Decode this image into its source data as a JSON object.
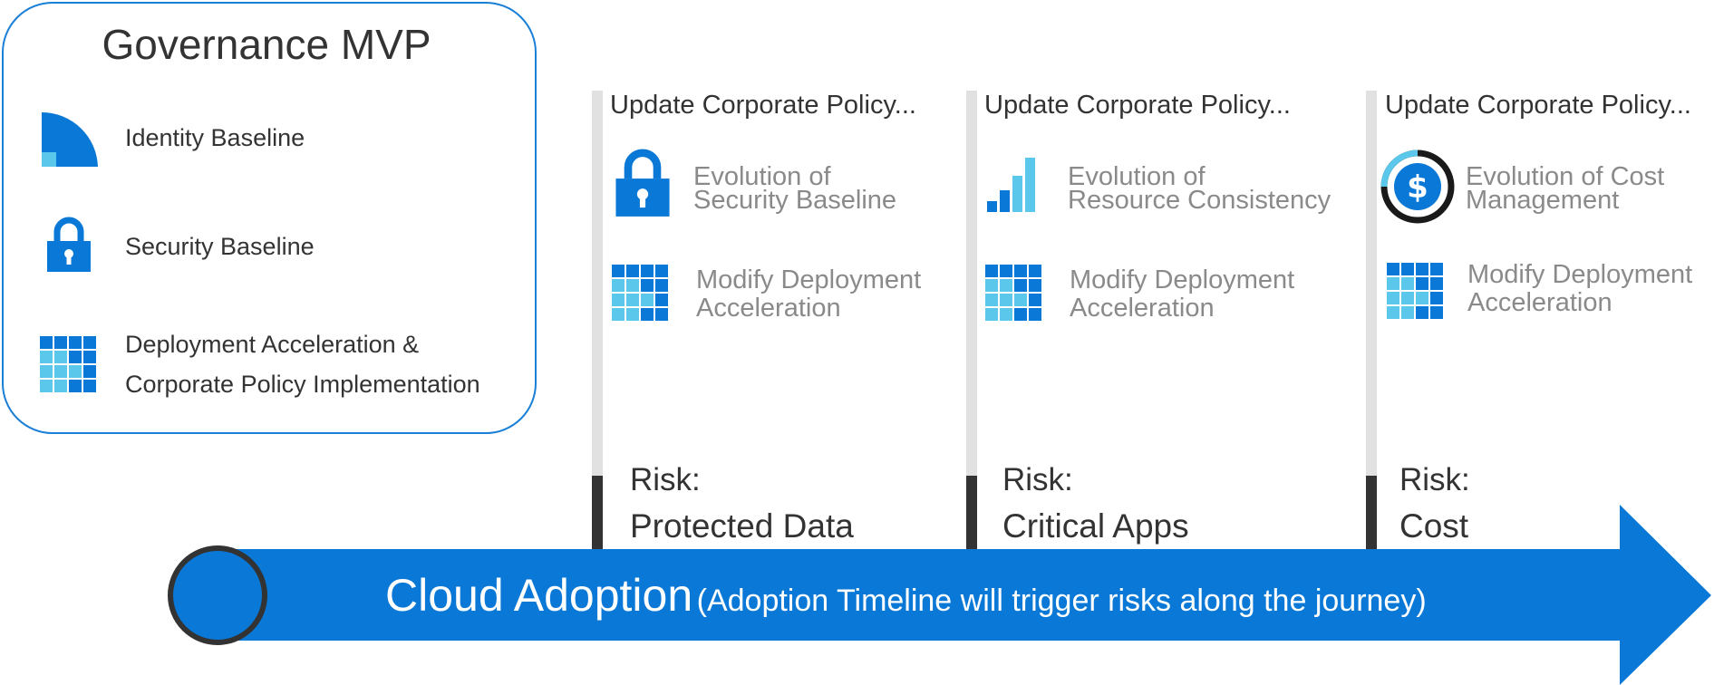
{
  "mvp": {
    "title": "Governance MVP",
    "items": [
      {
        "icon": "quarter-circle-icon",
        "label": "Identity Baseline"
      },
      {
        "icon": "padlock-icon",
        "label": "Security Baseline"
      },
      {
        "icon": "grid-icon",
        "label_line1": "Deployment Acceleration &",
        "label_line2": "Corporate Policy Implementation"
      }
    ]
  },
  "columns": [
    {
      "title": "Update Corporate Policy...",
      "evolution_line1": "Evolution of",
      "evolution_line2": "Security Baseline",
      "evolution_icon": "padlock-icon",
      "modify_line1": "Modify Deployment",
      "modify_line2": "Acceleration",
      "risk_label": "Risk:",
      "risk_value": "Protected Data"
    },
    {
      "title": "Update Corporate Policy...",
      "evolution_line1": "Evolution of",
      "evolution_line2": "Resource Consistency",
      "evolution_icon": "bar-chart-icon",
      "modify_line1": "Modify Deployment",
      "modify_line2": "Acceleration",
      "risk_label": "Risk:",
      "risk_value": "Critical Apps"
    },
    {
      "title": "Update Corporate Policy...",
      "evolution_line1": "Evolution of Cost",
      "evolution_line2": "Management",
      "evolution_icon": "dollar-coin-icon",
      "modify_line1": "Modify Deployment",
      "modify_line2": "Acceleration",
      "risk_label": "Risk:",
      "risk_value": "Cost"
    }
  ],
  "arrow": {
    "main": "Cloud Adoption",
    "sub": "(Adoption Timeline will trigger risks along the journey)"
  },
  "colors": {
    "accent_blue": "#0a78d7",
    "light_blue": "#5bc7ea",
    "border_blue": "#1a7fd6",
    "dark_text": "#333333",
    "gray_text": "#8a8a8a"
  }
}
